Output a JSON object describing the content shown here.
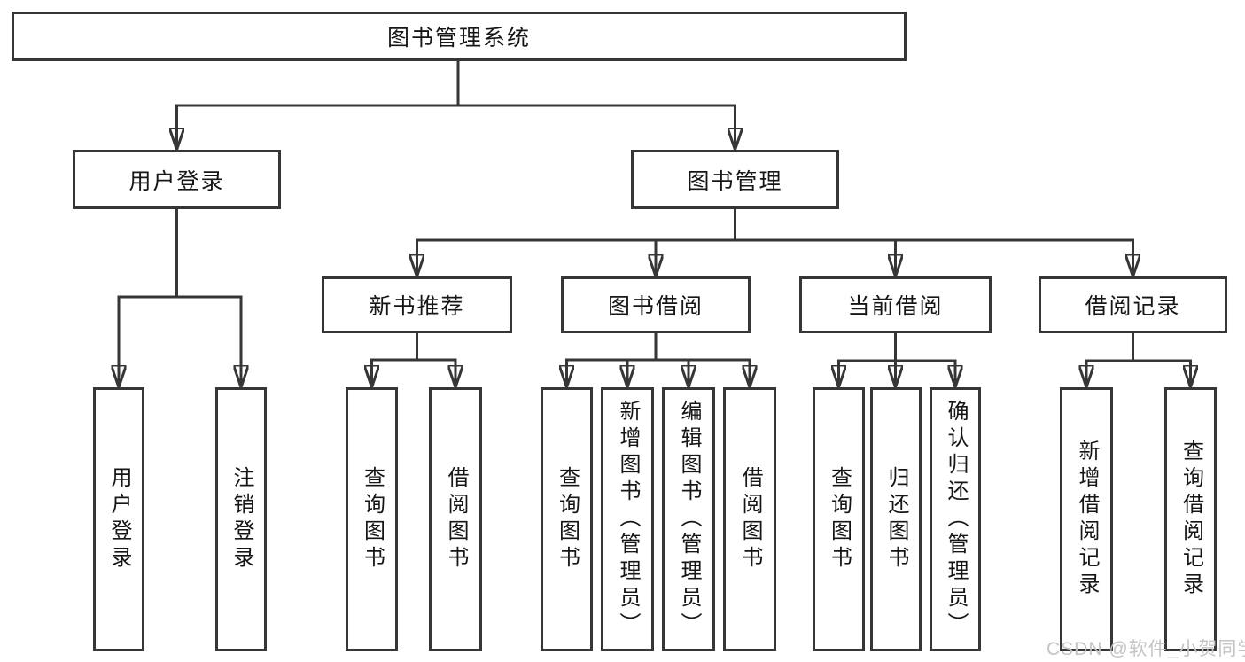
{
  "tree": {
    "root": "图书管理系统",
    "branches": [
      {
        "label": "用户登录",
        "children": [
          "用户登录",
          "注销登录"
        ]
      },
      {
        "label": "图书管理",
        "children": [
          {
            "label": "新书推荐",
            "children": [
              "查询图书",
              "借阅图书"
            ]
          },
          {
            "label": "图书借阅",
            "children": [
              "查询图书",
              "新增图书（管理员）",
              "编辑图书（管理员）",
              "借阅图书"
            ]
          },
          {
            "label": "当前借阅",
            "children": [
              "查询图书",
              "归还图书",
              "确认归还（管理员）"
            ]
          },
          {
            "label": "借阅记录",
            "children": [
              "新增借阅记录",
              "查询借阅记录"
            ]
          }
        ]
      }
    ]
  },
  "watermark": {
    "text": "CSDN @软件_小贺同学"
  },
  "colors": {
    "line": "#363636",
    "box_border": "#363636",
    "box_fill": "#ffffff",
    "text": "#161616",
    "watermark": "#c4c4c4",
    "background": "#ffffff"
  }
}
